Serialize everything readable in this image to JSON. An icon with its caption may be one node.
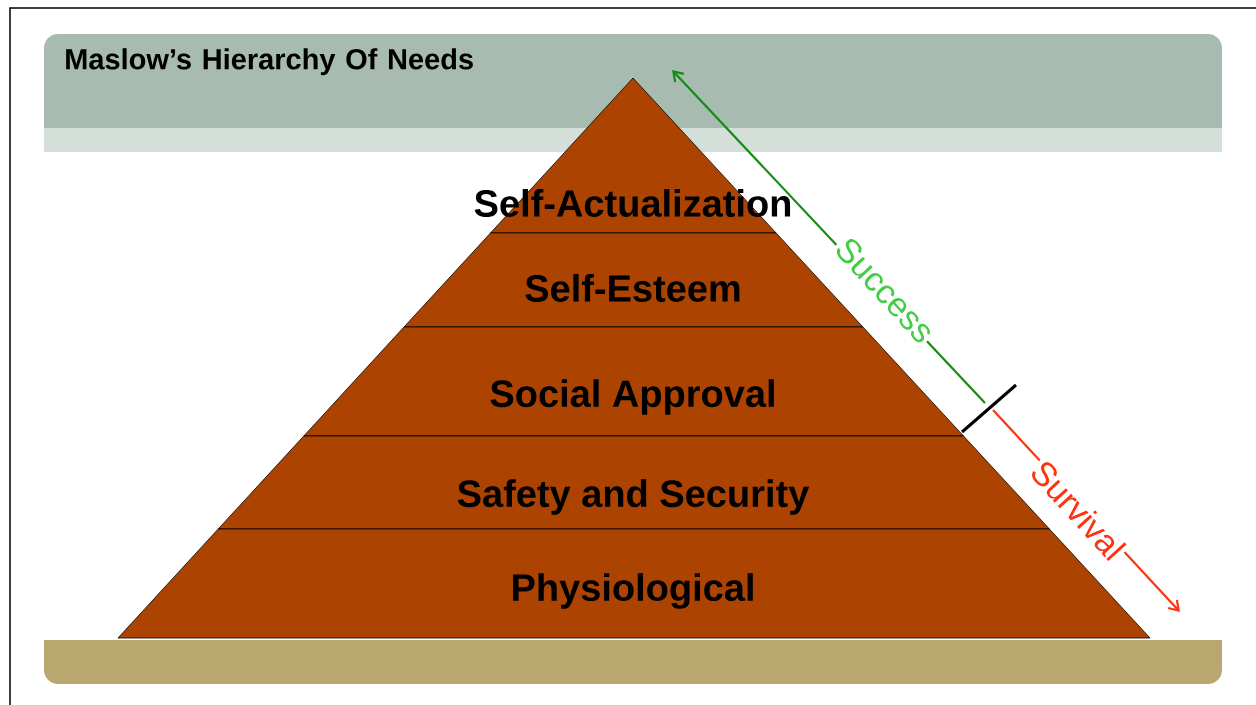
{
  "diagram": {
    "title": "Maslow’s Hierarchy Of Needs",
    "nodes": [
      {
        "text": [
          "Self-Actualization"
        ]
      },
      {
        "text": [
          "Self-Esteem"
        ]
      },
      {
        "text": [
          "Social Approval"
        ]
      },
      {
        "text": [
          "Safety and Security"
        ]
      },
      {
        "text": [
          "Physiological"
        ]
      }
    ],
    "labels": [
      "Success",
      "Survival"
    ]
  }
}
